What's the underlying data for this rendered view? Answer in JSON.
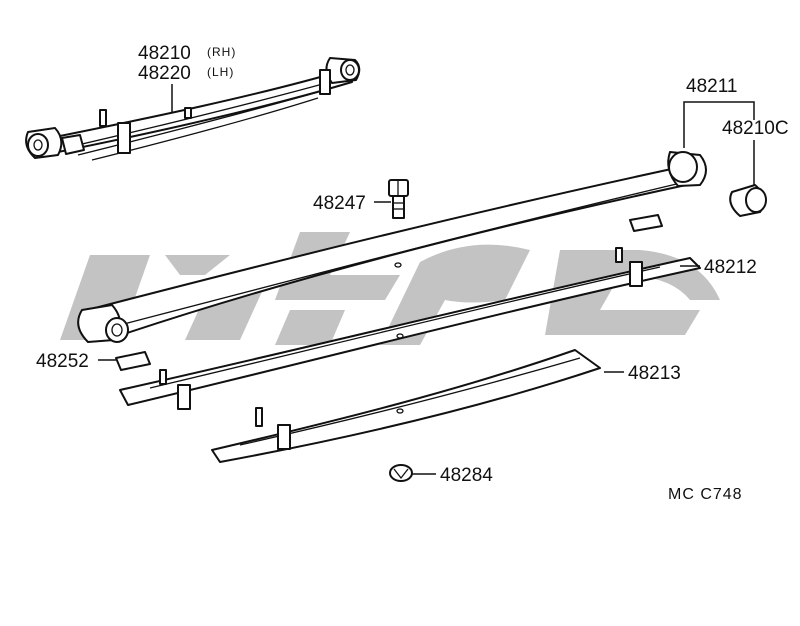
{
  "parts": {
    "leaf_spring_assembly": {
      "number_rh": "48210",
      "suffix_rh": "(RH)",
      "number_lh": "48220",
      "suffix_lh": "(LH)"
    },
    "main_leaf": {
      "number": "48211"
    },
    "bushing": {
      "number": "48210C"
    },
    "center_bolt": {
      "number": "48247"
    },
    "second_leaf": {
      "number": "48212"
    },
    "insert_pad": {
      "number": "48252"
    },
    "third_leaf": {
      "number": "48213"
    },
    "center_nut": {
      "number": "48284"
    }
  },
  "drawing_code": "MC  C748"
}
